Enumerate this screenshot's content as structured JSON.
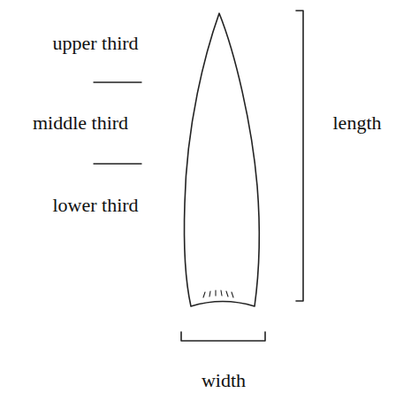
{
  "diagram": {
    "labels": [
      "upper third",
      "middle third",
      "lower third",
      "length",
      "width"
    ]
  }
}
